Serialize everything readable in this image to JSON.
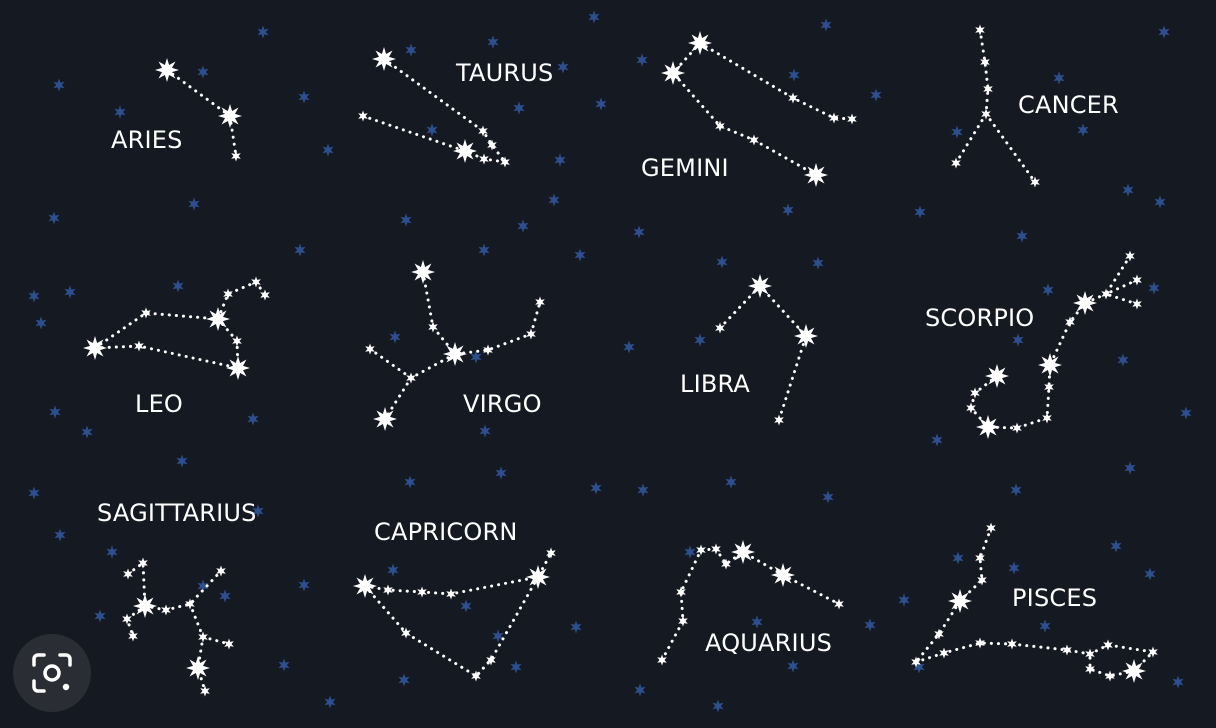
{
  "colors": {
    "background": "#151a22",
    "background_star": "#2d4f8f",
    "constellation": "#ffffff",
    "lens_button": "#2a2d33"
  },
  "constellations": [
    {
      "key": "aries",
      "name": "ARIES"
    },
    {
      "key": "taurus",
      "name": "TAURUS"
    },
    {
      "key": "gemini",
      "name": "GEMINI"
    },
    {
      "key": "cancer",
      "name": "CANCER"
    },
    {
      "key": "leo",
      "name": "LEO"
    },
    {
      "key": "virgo",
      "name": "VIRGO"
    },
    {
      "key": "libra",
      "name": "LIBRA"
    },
    {
      "key": "scorpio",
      "name": "SCORPIO"
    },
    {
      "key": "sagittarius",
      "name": "SAGITTARIUS"
    },
    {
      "key": "capricorn",
      "name": "CAPRICORN"
    },
    {
      "key": "aquarius",
      "name": "AQUARIUS"
    },
    {
      "key": "pisces",
      "name": "PISCES"
    }
  ],
  "icons": {
    "lens_button": "camera-lens-icon"
  }
}
